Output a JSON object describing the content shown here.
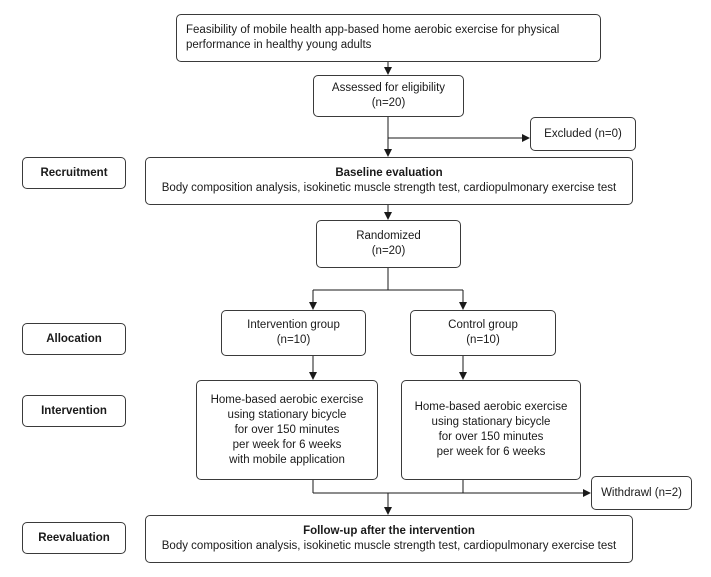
{
  "title_box": {
    "lines": [
      "Feasibility of mobile health app-based home aerobic exercise for physical",
      "performance in healthy young adults"
    ]
  },
  "stages": {
    "recruitment": "Recruitment",
    "allocation": "Allocation",
    "intervention": "Intervention",
    "reevaluation": "Reevaluation"
  },
  "assessed": {
    "label": "Assessed for eligibility",
    "n": "(n=20)"
  },
  "excluded": {
    "label": "Excluded (n=0)"
  },
  "baseline": {
    "title": "Baseline evaluation",
    "detail": "Body composition analysis, isokinetic muscle strength test, cardiopulmonary exercise test"
  },
  "randomized": {
    "label": "Randomized",
    "n": "(n=20)"
  },
  "intervention_group": {
    "label": "Intervention group",
    "n": "(n=10)"
  },
  "control_group": {
    "label": "Control group",
    "n": "(n=10)"
  },
  "intervention_protocol": {
    "lines": [
      "Home-based aerobic exercise",
      "using stationary bicycle",
      "for  over 150 minutes",
      "per week for 6 weeks",
      "with mobile application"
    ]
  },
  "control_protocol": {
    "lines": [
      "Home-based aerobic exercise",
      "using stationary bicycle",
      "for  over 150 minutes",
      "per week for 6 weeks"
    ]
  },
  "withdrawal": {
    "label": "Withdrawl (n=2)"
  },
  "followup": {
    "title": "Follow-up after the intervention",
    "detail": "Body composition analysis, isokinetic muscle strength test, cardiopulmonary exercise test"
  }
}
